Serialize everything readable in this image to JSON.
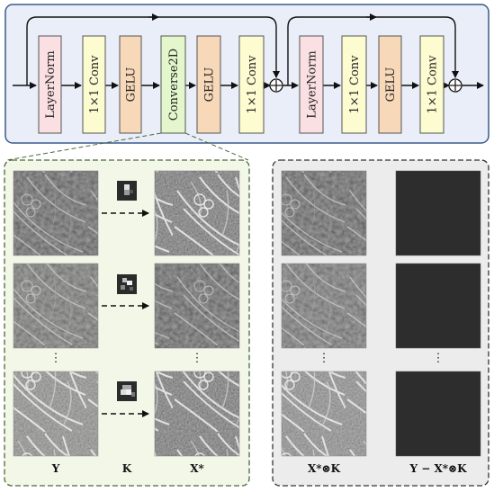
{
  "colors": {
    "pipeline_bg": "#e9eef8",
    "pipeline_border": "#3a5a8c",
    "layernorm": "#fbe0e3",
    "conv": "#fdfbd0",
    "gelu": "#f7d8b8",
    "converse": "#e4f7cc",
    "left_panel_bg": "#f3f7e8",
    "right_panel_bg": "#ececec"
  },
  "pipeline": {
    "blocks": [
      "LayerNorm",
      "1×1 Conv",
      "GELU",
      "Converse2D",
      "GELU",
      "1×1 Conv",
      "LayerNorm",
      "1×1 Conv",
      "GELU",
      "1×1 Conv"
    ],
    "plus_symbol": "⊕"
  },
  "left_panel": {
    "labels": [
      "Y",
      "K",
      "X*"
    ],
    "ellipsis": "⋮"
  },
  "right_panel": {
    "labels": [
      "X*⊗K",
      "Y − X*⊗K"
    ],
    "ellipsis": "⋮"
  }
}
